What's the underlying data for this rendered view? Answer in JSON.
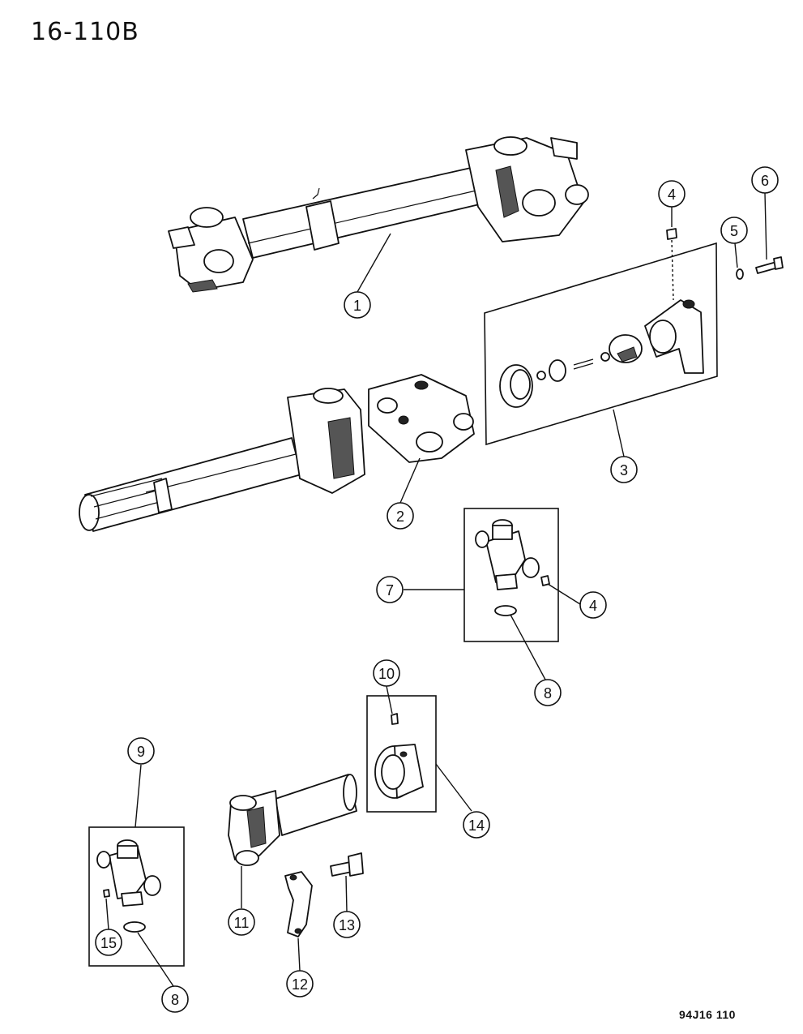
{
  "header": {
    "page_code": "16-110B"
  },
  "footer": {
    "drawing_code": "94J16 110"
  },
  "callouts": {
    "c1": "1",
    "c2": "2",
    "c3": "3",
    "c4a": "4",
    "c5": "5",
    "c6": "6",
    "c7": "7",
    "c4b": "4",
    "c8a": "8",
    "c10": "10",
    "c9": "9",
    "c14": "14",
    "c11": "11",
    "c13": "13",
    "c15": "15",
    "c12": "12",
    "c8b": "8"
  }
}
